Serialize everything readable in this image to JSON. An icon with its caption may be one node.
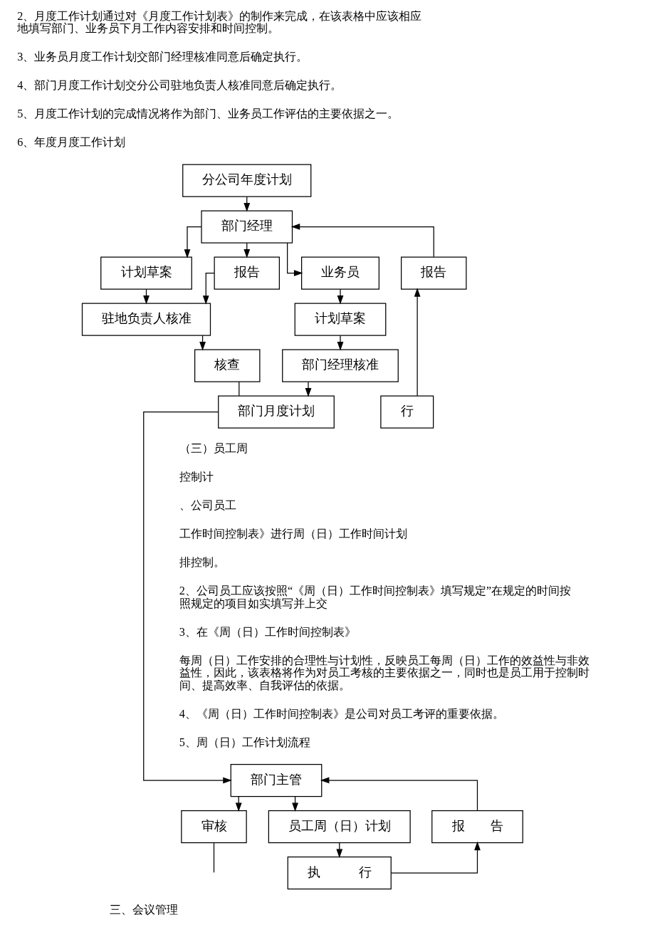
{
  "diagram": {
    "nodes": [
      {
        "text": [
          "分公司年度计划"
        ]
      },
      {
        "text": [
          "部门经理"
        ]
      },
      {
        "text": [
          "计划草案"
        ]
      },
      {
        "text": [
          "报告"
        ]
      },
      {
        "text": [
          "驻地负责人核准"
        ]
      },
      {
        "text": [
          "业务员"
        ]
      },
      {
        "text": [
          "报告"
        ]
      },
      {
        "text": [
          "核查"
        ]
      },
      {
        "text": [
          "计划草案"
        ]
      },
      {
        "text": [
          "部门经理核准"
        ]
      },
      {
        "text": [
          "部门月度计划"
        ]
      },
      {
        "text": [
          "行"
        ]
      },
      {
        "text": [
          "部门主管"
        ]
      },
      {
        "text": [
          "审核"
        ]
      },
      {
        "text": [
          "员工周（日）计划"
        ]
      },
      {
        "text": [
          "报　　告"
        ]
      },
      {
        "text": [
          "执　　　行"
        ]
      }
    ],
    "edges": [
      {
        "from": 0,
        "to": 1,
        "arrow": "to"
      },
      {
        "from": 1,
        "to": 3,
        "arrow": "to"
      },
      {
        "from": 1,
        "to": 2,
        "arrow": "to"
      },
      {
        "from": 1,
        "to": 5,
        "arrow": "to"
      },
      {
        "from": 6,
        "to": 1,
        "arrow": "to"
      },
      {
        "from": 2,
        "to": 4,
        "arrow": "to"
      },
      {
        "from": 3,
        "to": 4,
        "arrow": "to"
      },
      {
        "from": 4,
        "to": 7,
        "arrow": "to"
      },
      {
        "from": 5,
        "to": 8,
        "arrow": "to"
      },
      {
        "from": 8,
        "to": 9,
        "arrow": "to"
      },
      {
        "from": 9,
        "to": 10,
        "arrow": "to"
      },
      {
        "from": 7,
        "to": 10,
        "arrow": "none"
      },
      {
        "from": 11,
        "to": 6,
        "arrow": "to"
      },
      {
        "from": 10,
        "to": 12,
        "arrow": "to"
      },
      {
        "from": 12,
        "to": 13,
        "arrow": "to"
      },
      {
        "from": 12,
        "to": 14,
        "arrow": "to"
      },
      {
        "from": 15,
        "to": 12,
        "arrow": "to"
      },
      {
        "from": 14,
        "to": 16,
        "arrow": "to"
      },
      {
        "from": 16,
        "to": 15,
        "arrow": "to"
      },
      {
        "from": 13,
        "to": null,
        "arrow": "none"
      }
    ],
    "labels": [
      "2、月度工作计划通过对《月度工作计划表》的制作来完成，在该表格中应该相应地填写部门、业务员下月工作内容安排和时间控制。",
      "3、业务员月度工作计划交部门经理核准同意后确定执行。",
      "4、部门月度工作计划交分公司驻地负责人核准同意后确定执行。",
      "5、月度工作计划的完成情况将作为部门、业务员工作评估的主要依据之一。",
      "6、年度月度工作计划",
      "（三）员工周",
      "控制计",
      "、公司员工",
      "工作时间控制表》进行周（日）工作时间计划",
      "排控制。",
      "2、公司员工应该按照“《周（日）工作时间控制表》填写规定”在规定的时间按照规定的项目如实填写并上交",
      "3、在《周（日）工作时间控制表》",
      "每周（日）工作安排的合理性与计划性，反映员工每周（日）工作的效益性与非效益性，因此，该表格将作为对员工考核的主要依据之一，同时也是员工用于控制时间、提高效率、自我评估的依据。",
      "4、《周（日）工作时间控制表》是公司对员工考评的重要依据。",
      "5、周（日）工作计划流程",
      "三、会议管理"
    ]
  }
}
